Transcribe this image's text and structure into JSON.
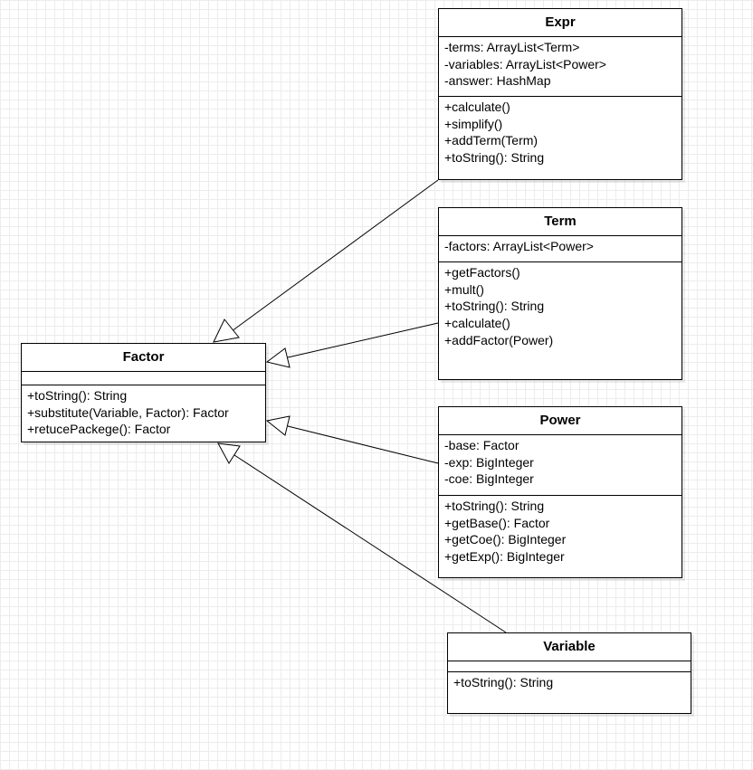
{
  "classes": {
    "expr": {
      "name": "Expr",
      "attributes": [
        "-terms: ArrayList<Term>",
        "-variables: ArrayList<Power>",
        "-answer: HashMap"
      ],
      "methods": [
        "+calculate()",
        "+simplify()",
        "+addTerm(Term)",
        "+toString(): String"
      ]
    },
    "term": {
      "name": "Term",
      "attributes": [
        "-factors: ArrayList<Power>"
      ],
      "methods": [
        "+getFactors()",
        "+mult()",
        "+toString(): String",
        "+calculate()",
        "+addFactor(Power)"
      ]
    },
    "factor": {
      "name": "Factor",
      "attributes": [],
      "methods": [
        "+toString(): String",
        "+substitute(Variable, Factor): Factor",
        "+retucePackege(): Factor"
      ]
    },
    "power": {
      "name": "Power",
      "attributes": [
        "-base: Factor",
        "-exp: BigInteger",
        "-coe: BigInteger"
      ],
      "methods": [
        "+toString(): String",
        "+getBase(): Factor",
        "+getCoe(): BigInteger",
        "+getExp(): BigInteger"
      ]
    },
    "variable": {
      "name": "Variable",
      "attributes": [],
      "methods": [
        "+toString(): String"
      ]
    }
  },
  "relations": [
    {
      "type": "generalization",
      "from": "Expr",
      "to": "Factor"
    },
    {
      "type": "generalization",
      "from": "Term",
      "to": "Factor"
    },
    {
      "type": "generalization",
      "from": "Power",
      "to": "Factor"
    },
    {
      "type": "generalization",
      "from": "Variable",
      "to": "Factor"
    }
  ]
}
